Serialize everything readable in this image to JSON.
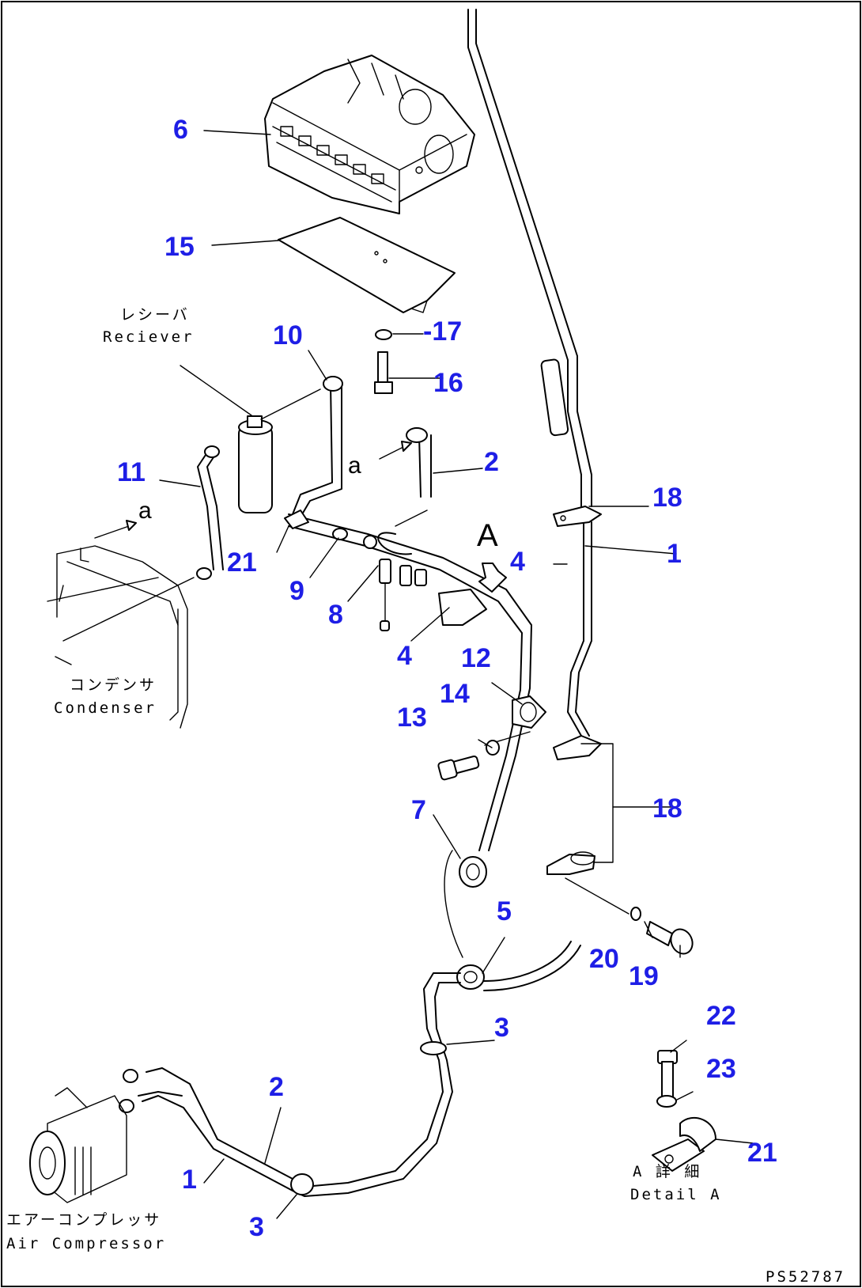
{
  "callouts": {
    "n1a": "1",
    "n1b": "1",
    "n2a": "2",
    "n2b": "2",
    "n3a": "3",
    "n3b": "3",
    "n4a": "4",
    "n4b": "4",
    "n5": "5",
    "n6": "6",
    "n7": "7",
    "n8": "8",
    "n9": "9",
    "n10": "10",
    "n11": "11",
    "n12": "12",
    "n13": "13",
    "n14": "14",
    "n15": "15",
    "n16": "16",
    "n17": "-17",
    "n18a": "18",
    "n18b": "18",
    "n19": "19",
    "n20": "20",
    "n21a": "21",
    "n21b": "21",
    "n22": "22",
    "n23": "23"
  },
  "labels": {
    "receiver_jp": "レシーバ",
    "receiver_en": "Reciever",
    "condenser_jp": "コンデンサ",
    "condenser_en": "Condenser",
    "compressor_jp": "エアーコンプレッサ",
    "compressor_en": "Air Compressor",
    "detail_jp": "A 詳 細",
    "detail_en": "Detail A",
    "view_arrow": "A",
    "ref_a_1": "a",
    "ref_a_2": "a",
    "drawing_code": "PS52787"
  },
  "colors": {
    "callout": "#1e1ee6",
    "line": "#000000",
    "background": "#ffffff"
  }
}
